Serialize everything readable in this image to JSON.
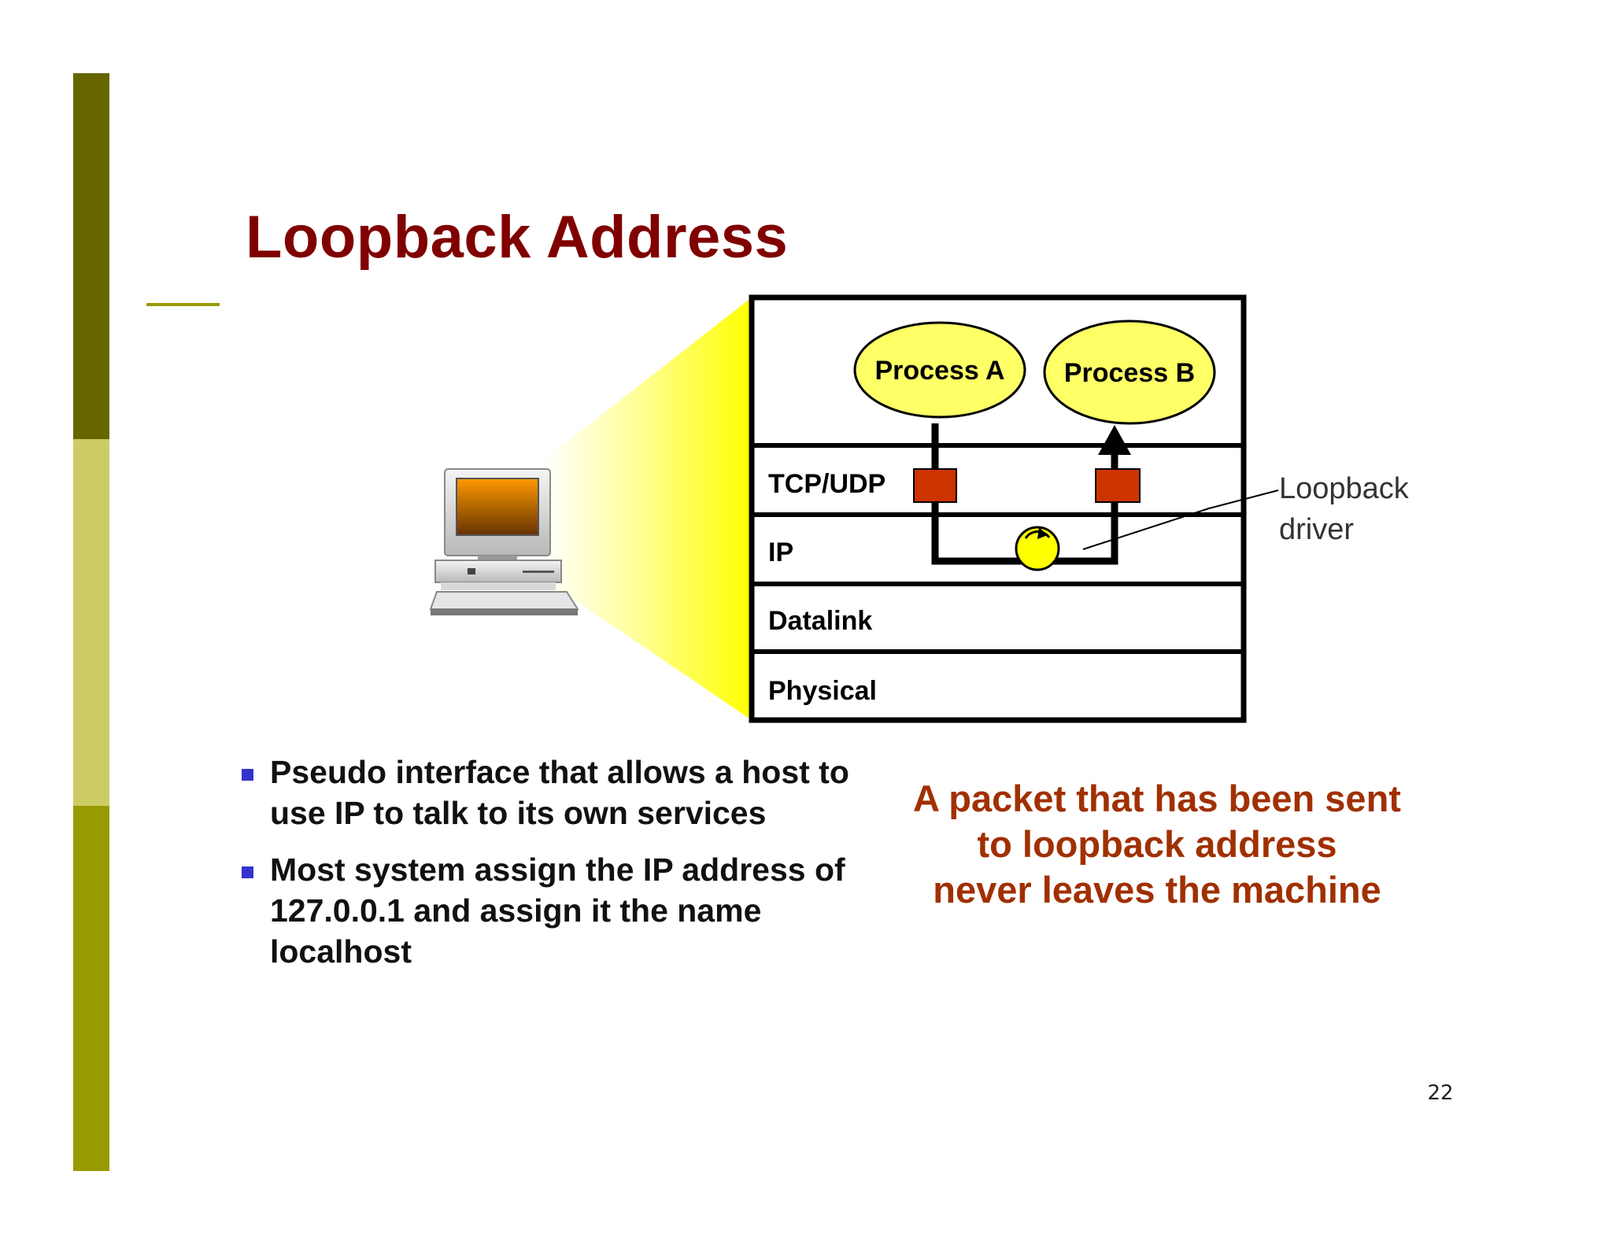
{
  "slide": {
    "title": "Loopback Address",
    "page_number": "22"
  },
  "diagram": {
    "processes": [
      "Process A",
      "Process B"
    ],
    "layers": [
      "TCP/UDP",
      "IP",
      "Datalink",
      "Physical"
    ],
    "driver_label": [
      "Loopback",
      "driver"
    ]
  },
  "bullets": [
    "Pseudo interface that allows a host to use IP to talk to its own services",
    "Most system assign the IP address of 127.0.0.1 and assign it the name localhost"
  ],
  "callout": "A packet that has been sent\nto loopback address\nnever leaves the machine",
  "colors": {
    "bar_top": "#666600",
    "bar_mid": "#cccc66",
    "bar_bottom": "#999900",
    "accent_line": "#999900",
    "title": "#800000",
    "callout": "#a03000",
    "bullet": "#3333cc",
    "process_fill": "#ffff66",
    "layer_block": "#cc3300",
    "beam": "#ffff00"
  }
}
